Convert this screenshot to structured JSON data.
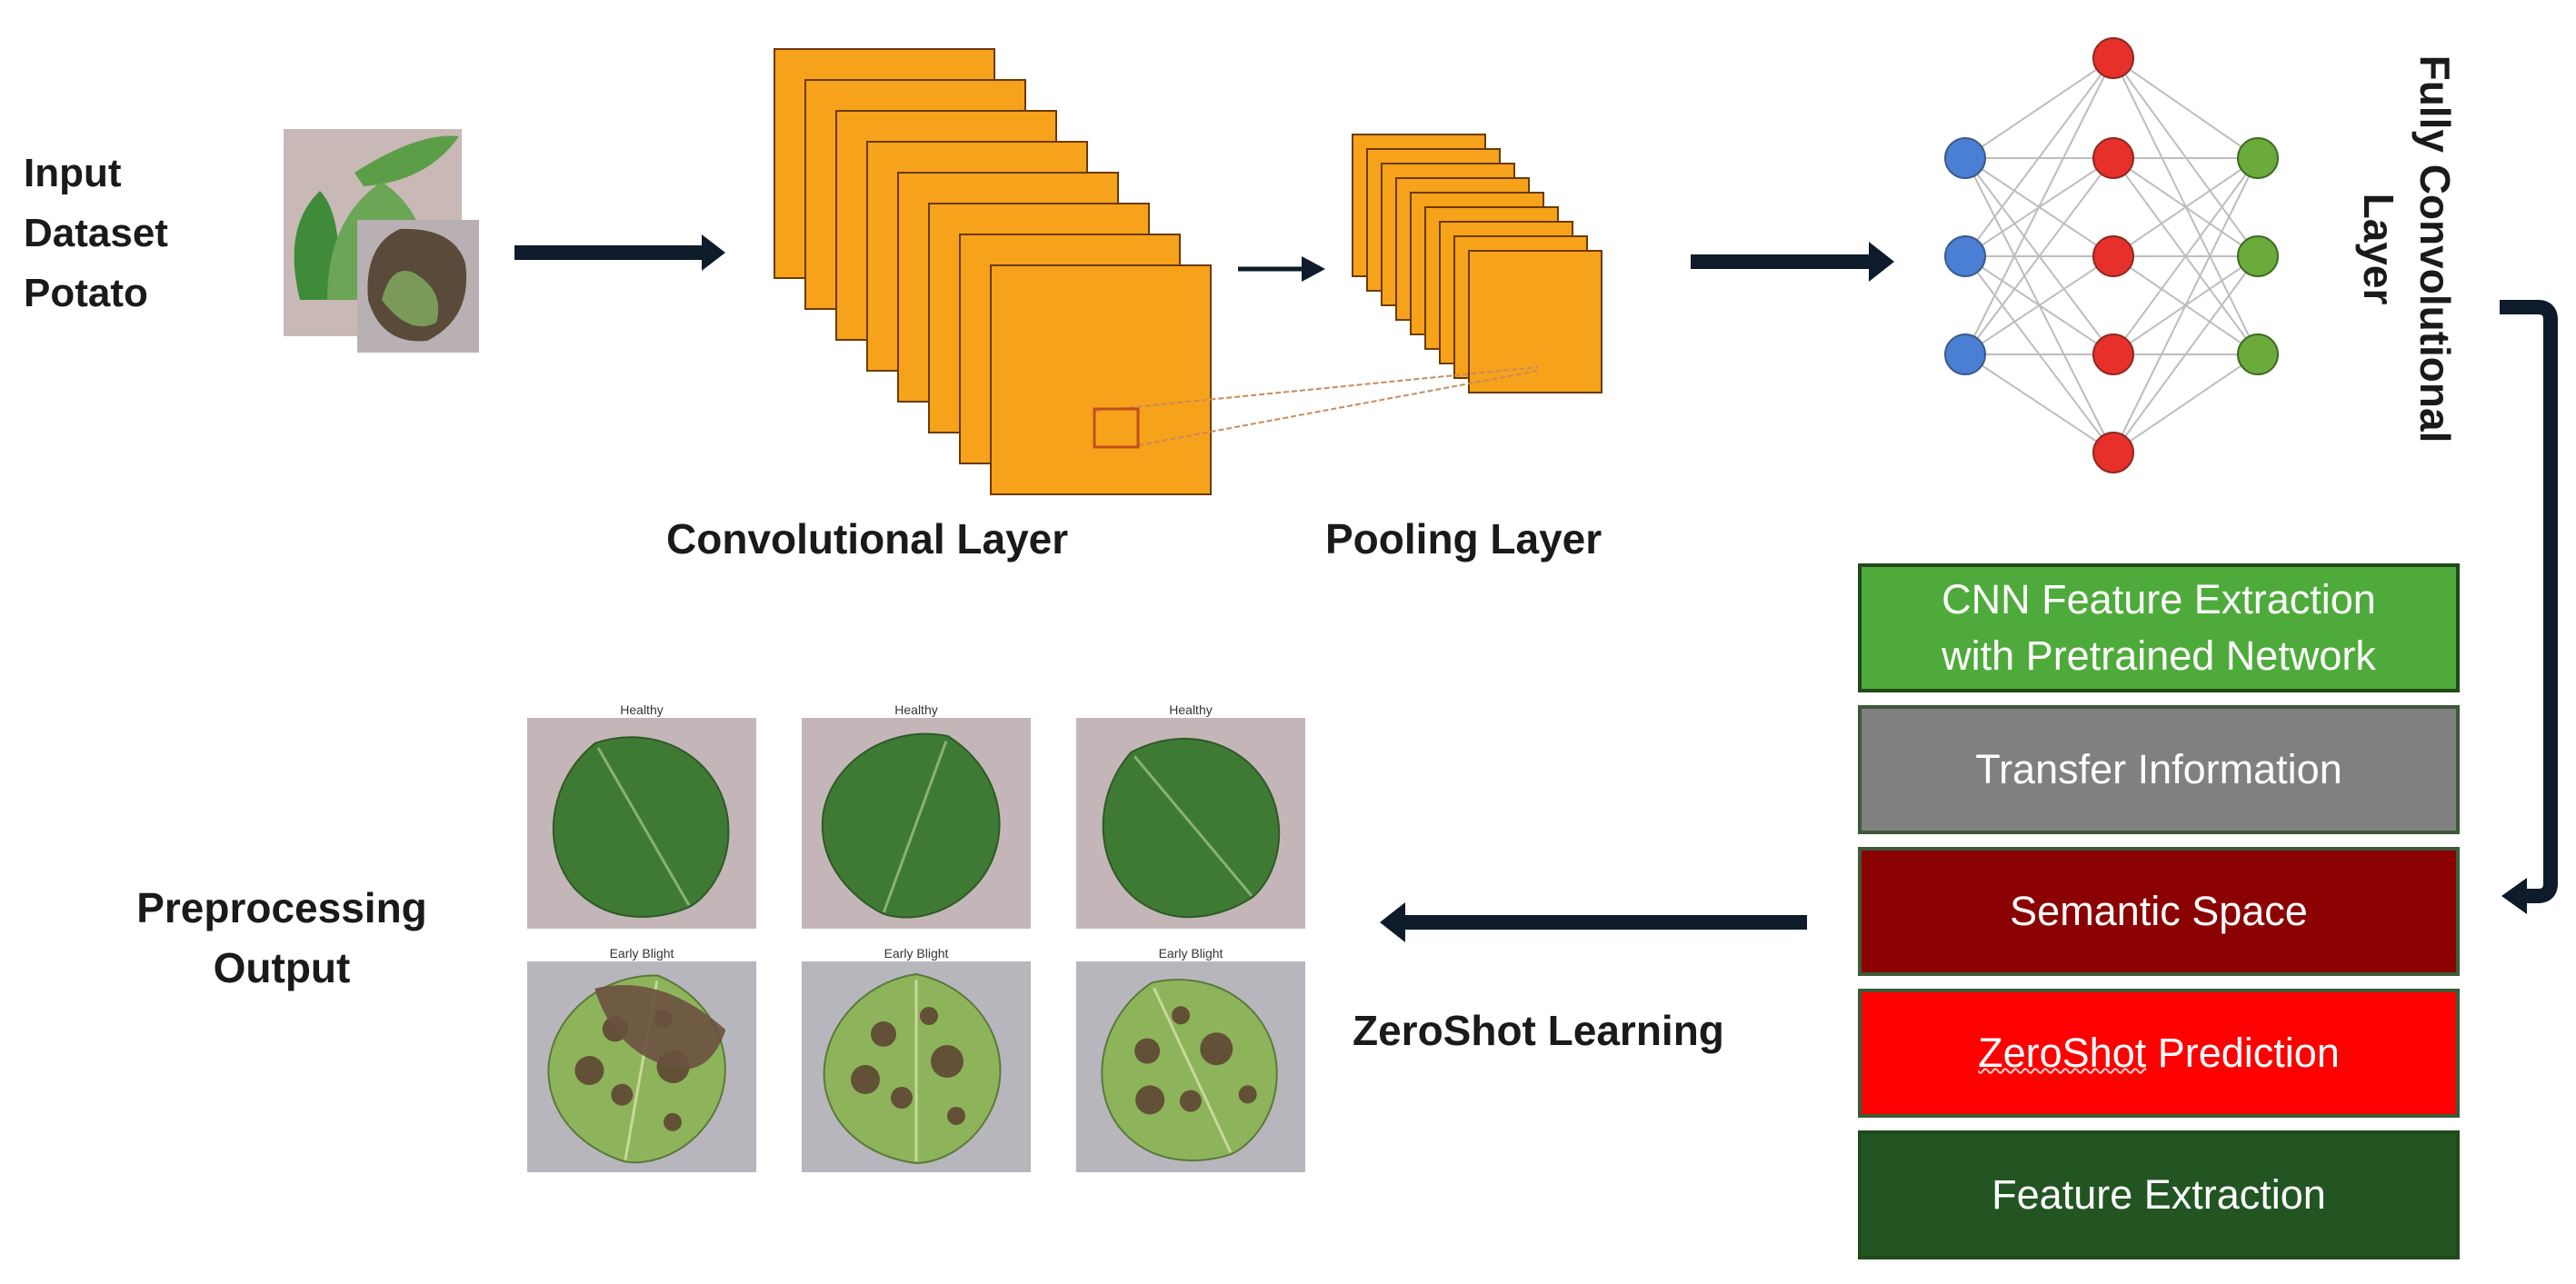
{
  "input": {
    "lines": [
      "Input",
      "Dataset",
      "Potato"
    ]
  },
  "layers": {
    "convolutional": "Convolutional Layer",
    "pooling": "Pooling Layer",
    "fully_connected": [
      "Fully Convolutional",
      "Layer"
    ]
  },
  "pipeline": {
    "boxes": [
      {
        "line1": "CNN Feature Extraction",
        "line2": "with Pretrained Network",
        "color": "#4eab3b"
      },
      {
        "line1": "Transfer Information",
        "color": "#808080"
      },
      {
        "line1": "Semantic Space",
        "color": "#8b0000"
      },
      {
        "prefix": "ZeroShot",
        "line1": " Prediction",
        "color": "#ff0000"
      },
      {
        "line1": "Feature Extraction",
        "color": "#225522"
      }
    ]
  },
  "output": {
    "label": [
      "Preprocessing",
      "Output"
    ],
    "arrow_label": "ZeroShot Learning",
    "panels": [
      {
        "caption": "Healthy",
        "kind": "healthy"
      },
      {
        "caption": "Healthy",
        "kind": "healthy"
      },
      {
        "caption": "Healthy",
        "kind": "healthy"
      },
      {
        "caption": "Early Blight",
        "kind": "blight"
      },
      {
        "caption": "Early Blight",
        "kind": "blight"
      },
      {
        "caption": "Early Blight",
        "kind": "blight"
      }
    ]
  },
  "colors": {
    "arrow": "#0d1b2a",
    "feature_map": "#f7a21b",
    "input_node": "#4a7fd4",
    "hidden_node": "#e8302a",
    "output_node": "#6aab3c"
  }
}
